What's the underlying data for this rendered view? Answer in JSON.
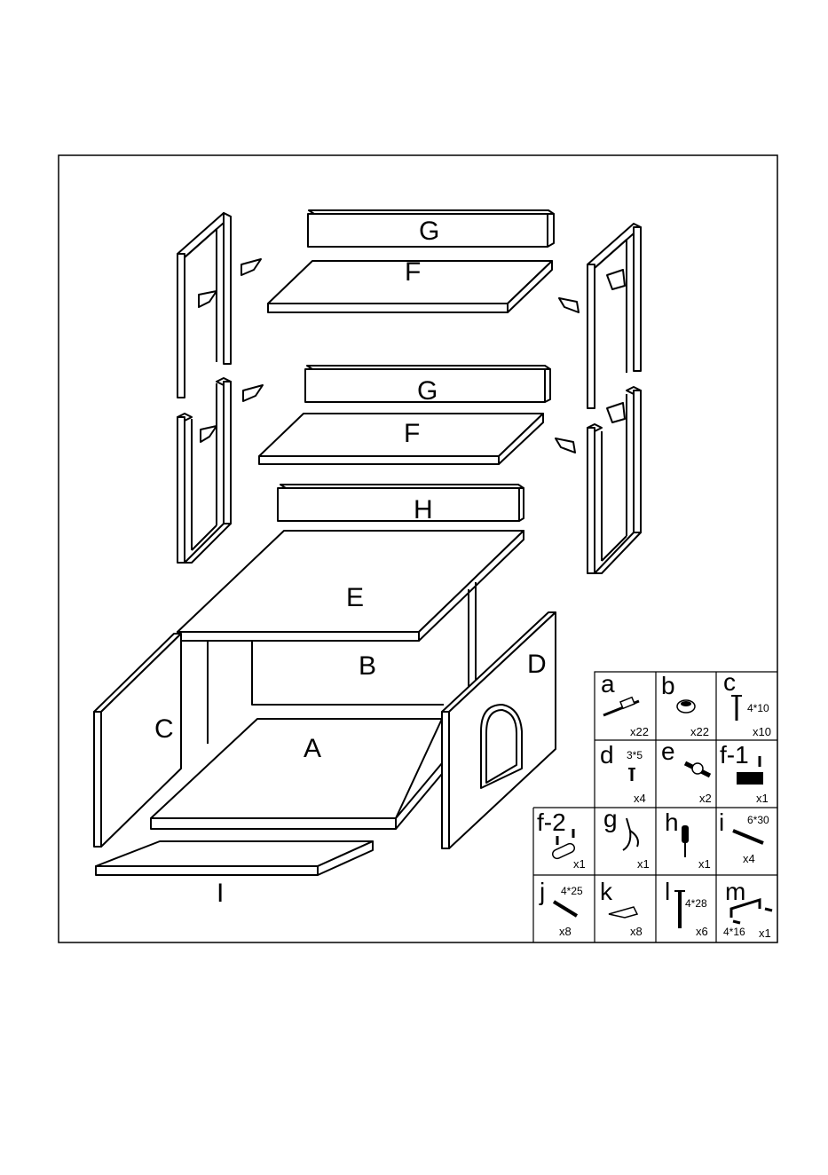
{
  "panels": {
    "g_top": "G",
    "f_top": "F",
    "g_mid": "G",
    "f_mid": "F",
    "h": "H",
    "e": "E",
    "b": "B",
    "c": "C",
    "d": "D",
    "a": "A",
    "i": "I"
  },
  "hardware": [
    {
      "label": "a",
      "size": "",
      "qty": "x22"
    },
    {
      "label": "b",
      "size": "",
      "qty": "x22"
    },
    {
      "label": "c",
      "size": "4*10",
      "qty": "x10"
    },
    {
      "label": "d",
      "size": "3*5",
      "qty": "x4"
    },
    {
      "label": "e",
      "size": "",
      "qty": "x2"
    },
    {
      "label": "f-1",
      "size": "",
      "qty": "x1"
    },
    {
      "label": "f-2",
      "size": "",
      "qty": "x1"
    },
    {
      "label": "g",
      "size": "",
      "qty": "x1"
    },
    {
      "label": "h",
      "size": "",
      "qty": "x1"
    },
    {
      "label": "i",
      "size": "6*30",
      "qty": "x4"
    },
    {
      "label": "j",
      "size": "4*25",
      "qty": "x8"
    },
    {
      "label": "k",
      "size": "",
      "qty": "x8"
    },
    {
      "label": "l",
      "size": "4*28",
      "qty": "x6"
    },
    {
      "label": "m",
      "size": "4*16",
      "qty": "x1"
    }
  ],
  "icons": {
    "a": "cam-bolt-icon",
    "b": "cam-lock-icon",
    "c": "screw-icon",
    "d": "small-screw-icon",
    "e": "wooden-dowel-icon",
    "f1": "magnetic-catch-icon",
    "f2": "strike-plate-icon",
    "g": "double-hook-icon",
    "h": "screwdriver-icon",
    "i": "long-screw-icon",
    "j": "screw-icon",
    "k": "l-bracket-icon",
    "l": "wood-screw-icon",
    "m": "handle-icon"
  }
}
